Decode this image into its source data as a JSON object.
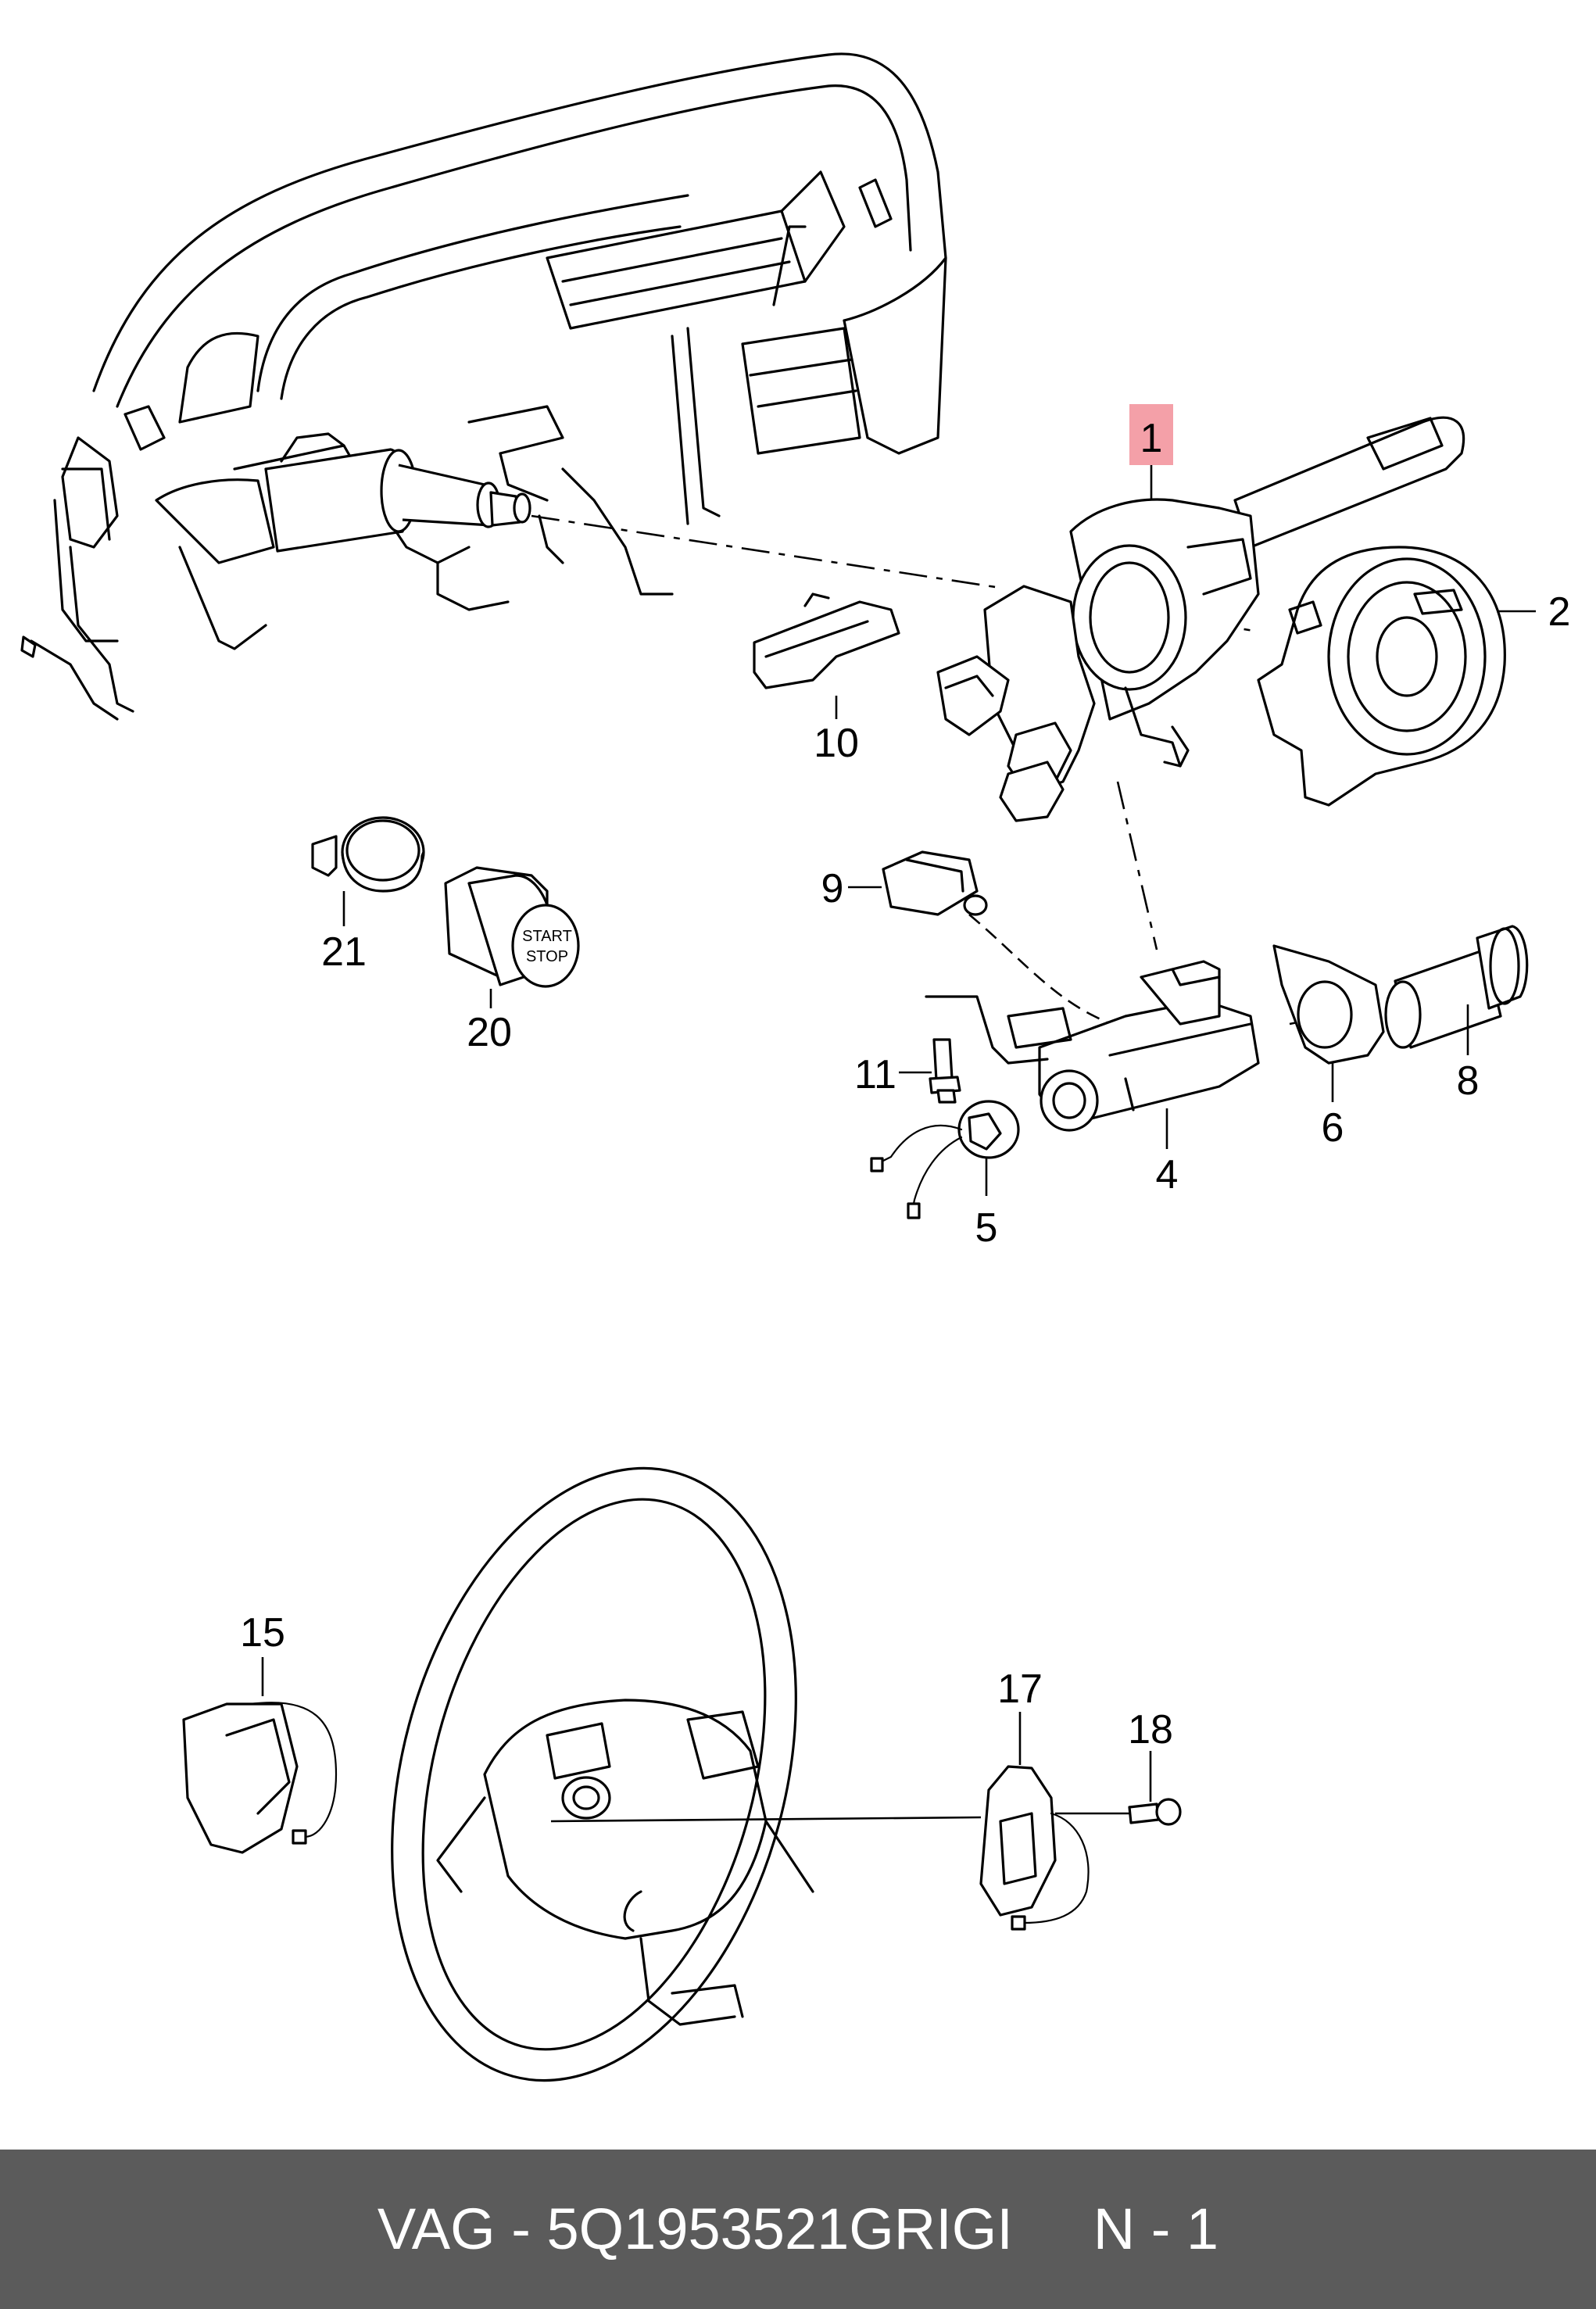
{
  "callouts": [
    {
      "id": "1",
      "text": "1",
      "highlight": true
    },
    {
      "id": "2",
      "text": "2"
    },
    {
      "id": "4",
      "text": "4"
    },
    {
      "id": "5",
      "text": "5"
    },
    {
      "id": "6",
      "text": "6"
    },
    {
      "id": "8",
      "text": "8"
    },
    {
      "id": "9",
      "text": "9"
    },
    {
      "id": "10",
      "text": "10"
    },
    {
      "id": "11",
      "text": "11"
    },
    {
      "id": "15",
      "text": "15"
    },
    {
      "id": "17",
      "text": "17"
    },
    {
      "id": "18",
      "text": "18"
    },
    {
      "id": "20",
      "text": "20"
    },
    {
      "id": "21",
      "text": "21"
    }
  ],
  "button_face": {
    "line1": "START",
    "line2": "STOP"
  },
  "footer": {
    "text": "VAG - 5Q1953521GRIGI     N - 1"
  },
  "colors": {
    "highlight": "#f4a0a8",
    "footer_bg": "#5b5b5b",
    "footer_text": "#ffffff",
    "ink": "#000000"
  }
}
